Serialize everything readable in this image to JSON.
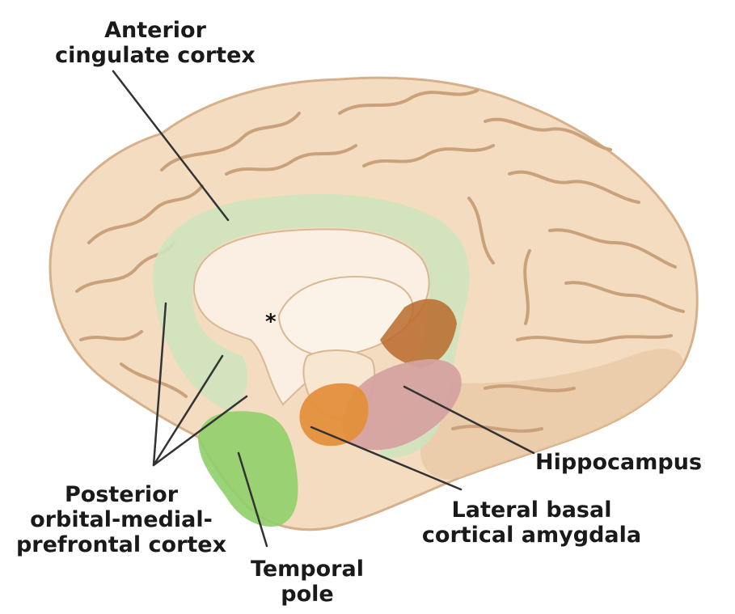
{
  "labels": {
    "anterior_cingulate": [
      "Anterior",
      "cingulate cortex"
    ],
    "hippocampus": [
      "Hippocampus"
    ],
    "lateral_basal_amygdala": [
      "Lateral basal",
      "cortical amygdala"
    ],
    "posterior_ompfc": [
      "Posterior",
      "orbital-medial-",
      "prefrontal cortex"
    ],
    "temporal_pole": [
      "Temporal",
      "pole"
    ],
    "marker": "*"
  },
  "colors": {
    "cortex": "#f4dcc0",
    "cortex_shadow": "#e3bf98",
    "gyrus_line": "#c9a27c",
    "medial_region": "#faefe2",
    "cingulate_green": "#cfe3bd",
    "temporal_green": "#8fcf6a",
    "hippocampus_pink": "#d6a2a0",
    "amygdala_orange": "#e38f3c",
    "deep_brown": "#b86a2c",
    "leader_line": "#333333",
    "text": "#1a1a1a"
  }
}
